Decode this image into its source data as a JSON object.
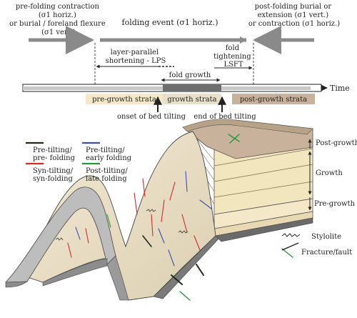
{
  "timeline": {
    "pre_folding_lines": [
      "pre-folding contraction",
      "(σ1 horiz.)",
      "or burial / foreland flexure",
      "(σ1 vert.)"
    ],
    "folding_event": "folding event (σ1 horiz.)",
    "post_folding_lines": [
      "post-folding burial or",
      "extension (σ1 vert.)",
      "or contraction (σ1 horiz.)"
    ],
    "lps_lines": [
      "layer-parallel",
      "shortening - LPS"
    ],
    "lsft_lines": [
      "fold",
      "tightening",
      "LSFT"
    ],
    "fold_growth": "fold growth",
    "time_label": "Time",
    "strata": {
      "pre_growth": "pre-growth strata",
      "growth": "growth strata",
      "post_growth": "post-growth strata"
    },
    "onset_label": "onset of bed tilting",
    "end_label": "end of bed tilting"
  },
  "legend": {
    "items": [
      {
        "lines": [
          "Pre-tilting/",
          "pre- folding"
        ],
        "color": "#1f2a1f"
      },
      {
        "lines": [
          "Pre-tilting/",
          "early folding"
        ],
        "color": "#3a4fb0"
      },
      {
        "lines": [
          "Syn-tilting/",
          "syn-folding"
        ],
        "color": "#d42a2a"
      },
      {
        "lines": [
          "Post-tilting/",
          "late folding"
        ],
        "color": "#1f9a3a"
      }
    ]
  },
  "section_labels": {
    "post_growth": "Post-growth",
    "growth": "Growth",
    "pre_growth": "Pre-growth"
  },
  "features": {
    "stylolite": "Stylolite",
    "fracture": "Fracture/fault"
  },
  "colors": {
    "arrow_gray": "#8a8a8a",
    "growth_band": "#6e6e6e",
    "pre_growth_fill": "#f4e8c8",
    "post_growth_fill": "#c9b29b",
    "fold_surface": "#ece1c8",
    "growth_layers": "#f2e6bf",
    "post_growth_top": "#b8a287"
  }
}
